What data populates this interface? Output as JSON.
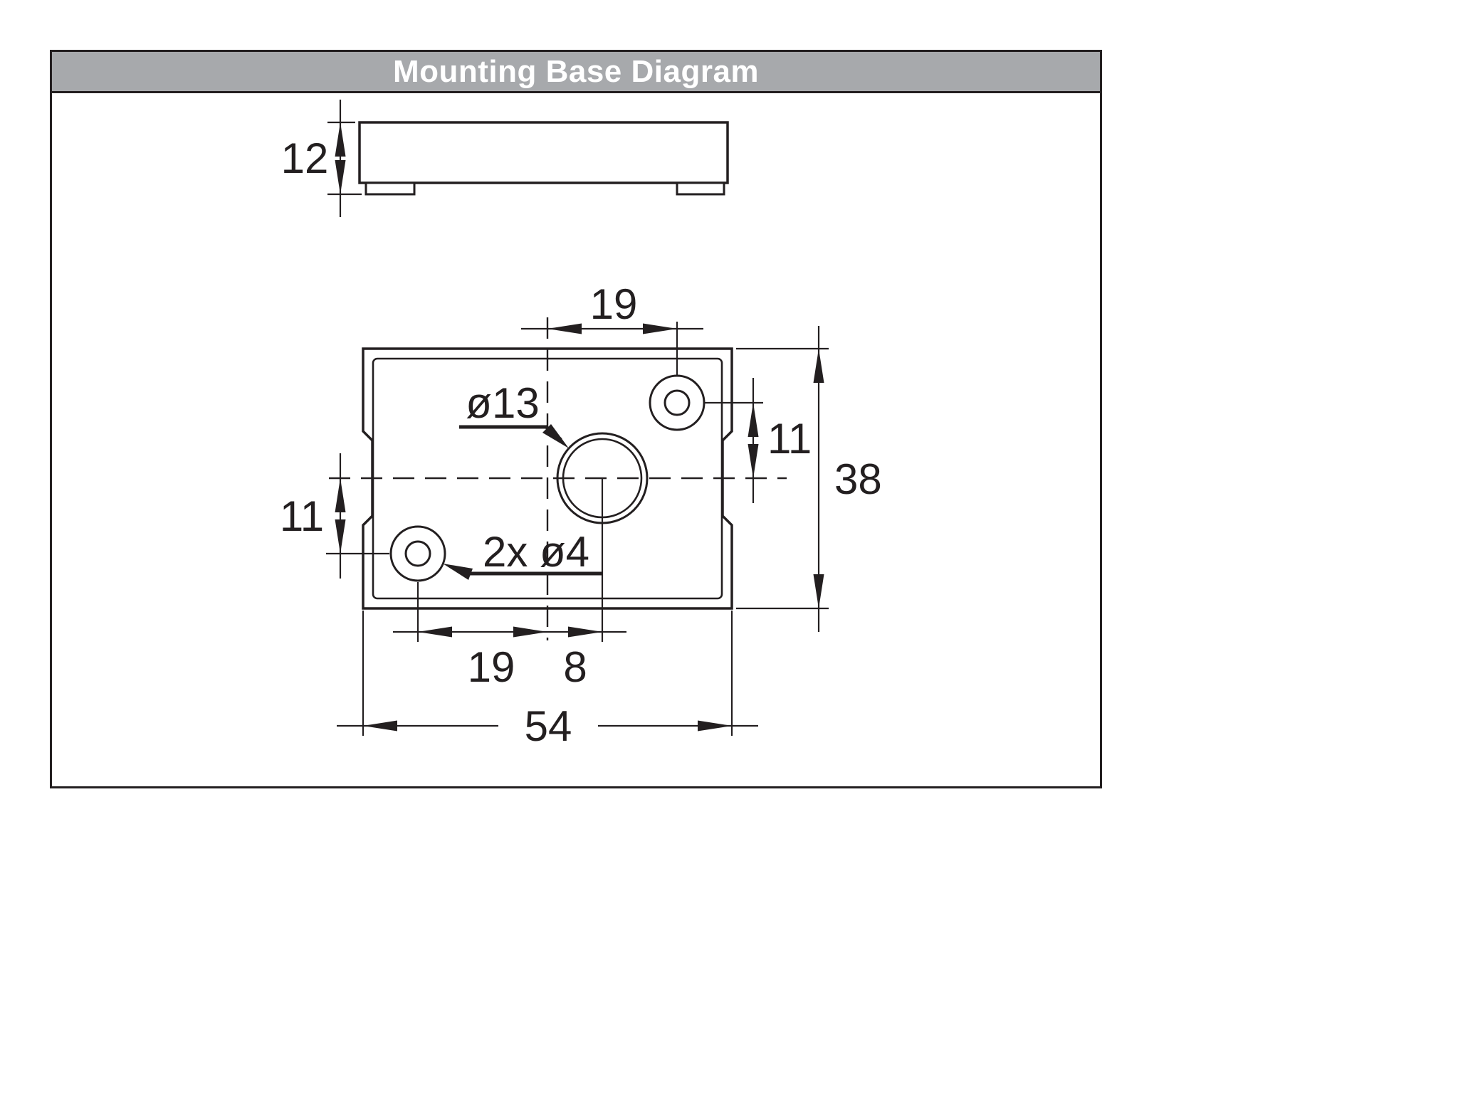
{
  "title_bar": {
    "title": "Mounting Base Diagram"
  },
  "colors": {
    "line": "#231f20",
    "title_bg": "#a7a9ac",
    "title_text": "#ffffff",
    "bg": "#ffffff"
  },
  "side_view": {
    "height": "12"
  },
  "top_view": {
    "pitch_top": "19",
    "big_hole": "ø13",
    "offset_right": "11",
    "depth": "38",
    "offset_left": "11",
    "screw_holes": "2x ø4",
    "pitch_bottom": "19",
    "center_offset": "8",
    "width": "54"
  }
}
